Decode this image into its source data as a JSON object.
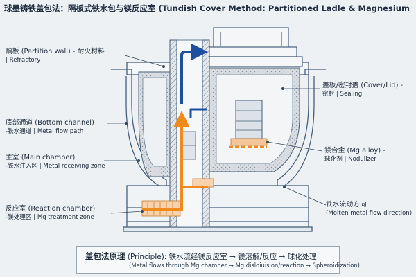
{
  "title": "球墨铸铁盖包法：隔板式铁水包与镁反应室 (Tundish Cover Method: Partitioned Ladle & Magnesium Reaction Crey",
  "labels": {
    "partition": {
      "zh": "隔板 (Partition wall) - 耐火材料",
      "en": "| Refractory"
    },
    "bottom_channel": {
      "zh": "底部通道 (Bottom channel)",
      "en": "-铁水通道 | Metal flow path"
    },
    "main_chamber": {
      "zh": "主室 (Main chamber)",
      "en": "-铁水注入区 | Metal receiving zone"
    },
    "reaction_chamber": {
      "zh": "反应室 (Reaction chamber)",
      "en": "-镁处理区 | Mg treatment zone"
    },
    "cover": {
      "zh": "盖板/密封盖 (Cover/Lid) -",
      "en": "密封 | Sealing"
    },
    "mg_alloy": {
      "zh": "镁合金 (Mg alloy) -",
      "en": "球化剂 | Nodulizer"
    },
    "flow_dir": {
      "zh": "铁水流动方向",
      "en": "(Molten metal flow direction)"
    }
  },
  "principle": {
    "heading": "盖包法原理",
    "line1": "(Principle): 铁水流经镁反应室 → 镁溶解/反应 → 球化处理",
    "line2": "(Metal flows through Mg chamber → Mg disloiuision/reaction → Spheroidization)"
  },
  "colors": {
    "steel": "#46607c",
    "refractory": "#d4d8dc",
    "flow_orange": "#f08a1c",
    "flow_blue": "#1d4fa0"
  }
}
